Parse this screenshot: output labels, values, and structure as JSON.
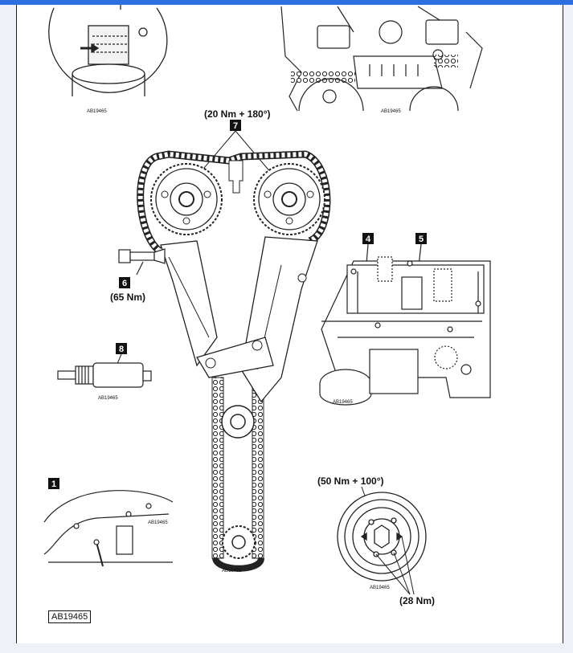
{
  "callouts": {
    "c7_torque": "(20 Nm + 180°)",
    "c6_torque": "(65 Nm)",
    "c50_torque": "(50 Nm + 100°)",
    "c28_torque": "(28 Nm)"
  },
  "numbers": {
    "n1": "1",
    "n4": "4",
    "n5": "5",
    "n6": "6",
    "n7": "7",
    "n8": "8"
  },
  "refs": {
    "ref": "AB19465"
  },
  "colors": {
    "accent": "#2d6fe0",
    "line": "#222222",
    "background": "#eef1f8"
  }
}
